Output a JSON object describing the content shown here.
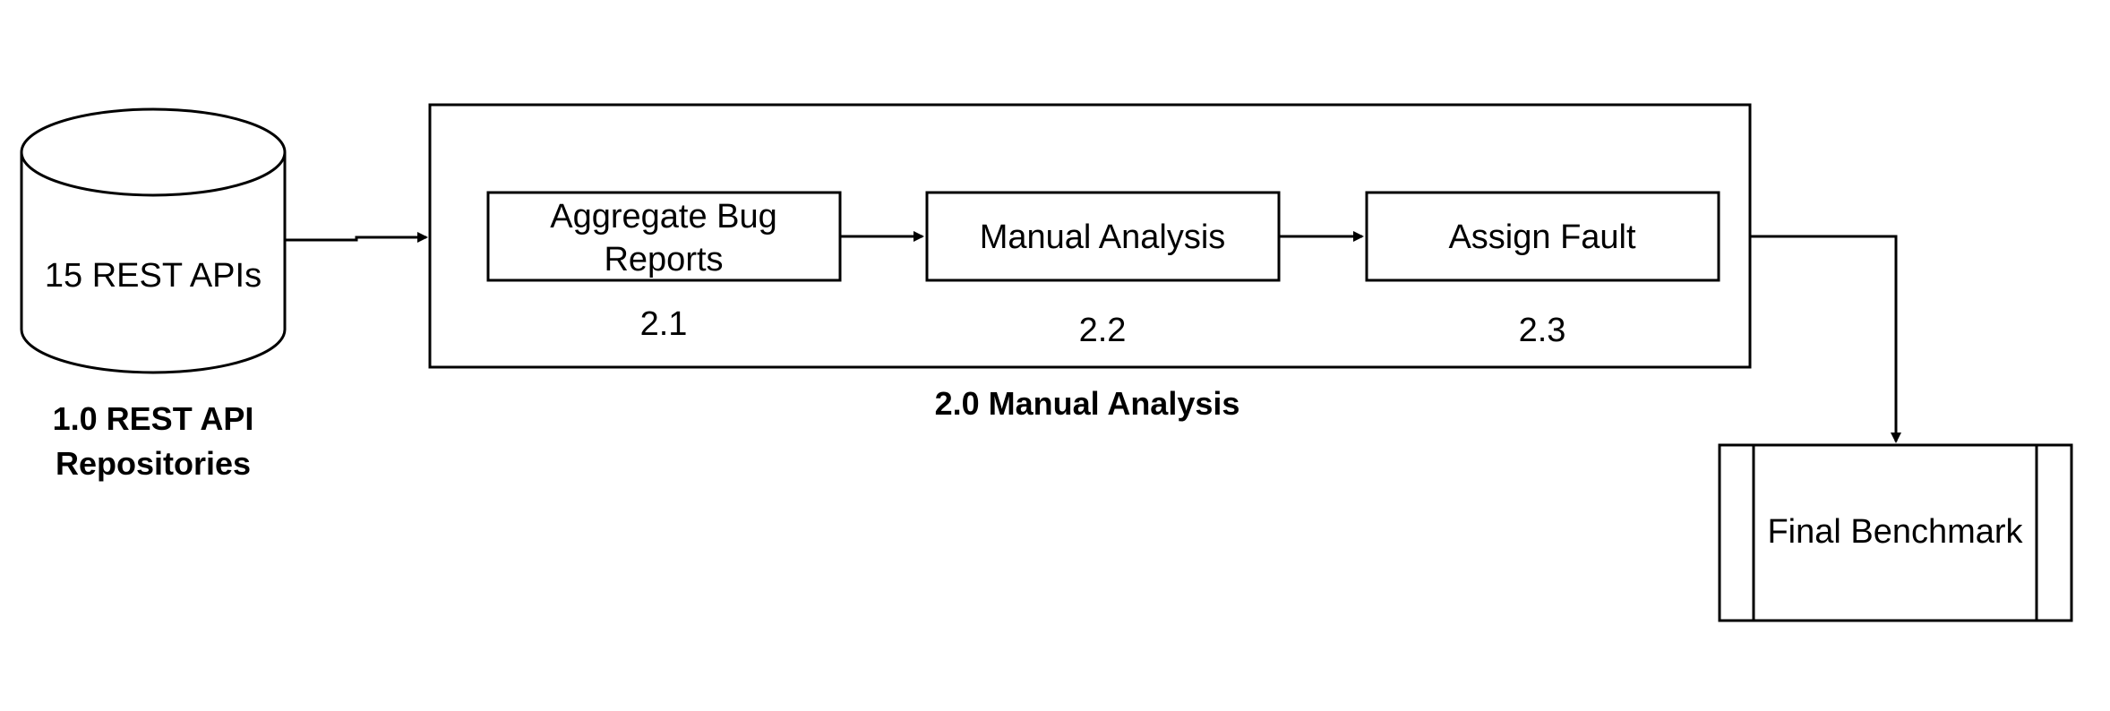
{
  "diagram": {
    "database": {
      "label": "15 REST APIs",
      "caption_line1": "1.0 REST API",
      "caption_line2": "Repositories"
    },
    "process_group": {
      "caption": "2.0 Manual Analysis",
      "steps": [
        {
          "line1": "Aggregate Bug",
          "line2": "Reports",
          "number": "2.1"
        },
        {
          "label": "Manual Analysis",
          "number": "2.2"
        },
        {
          "label": "Assign Fault",
          "number": "2.3"
        }
      ]
    },
    "output": {
      "label": "Final Benchmark"
    },
    "colors": {
      "stroke": "#000000",
      "background": "#ffffff"
    }
  }
}
